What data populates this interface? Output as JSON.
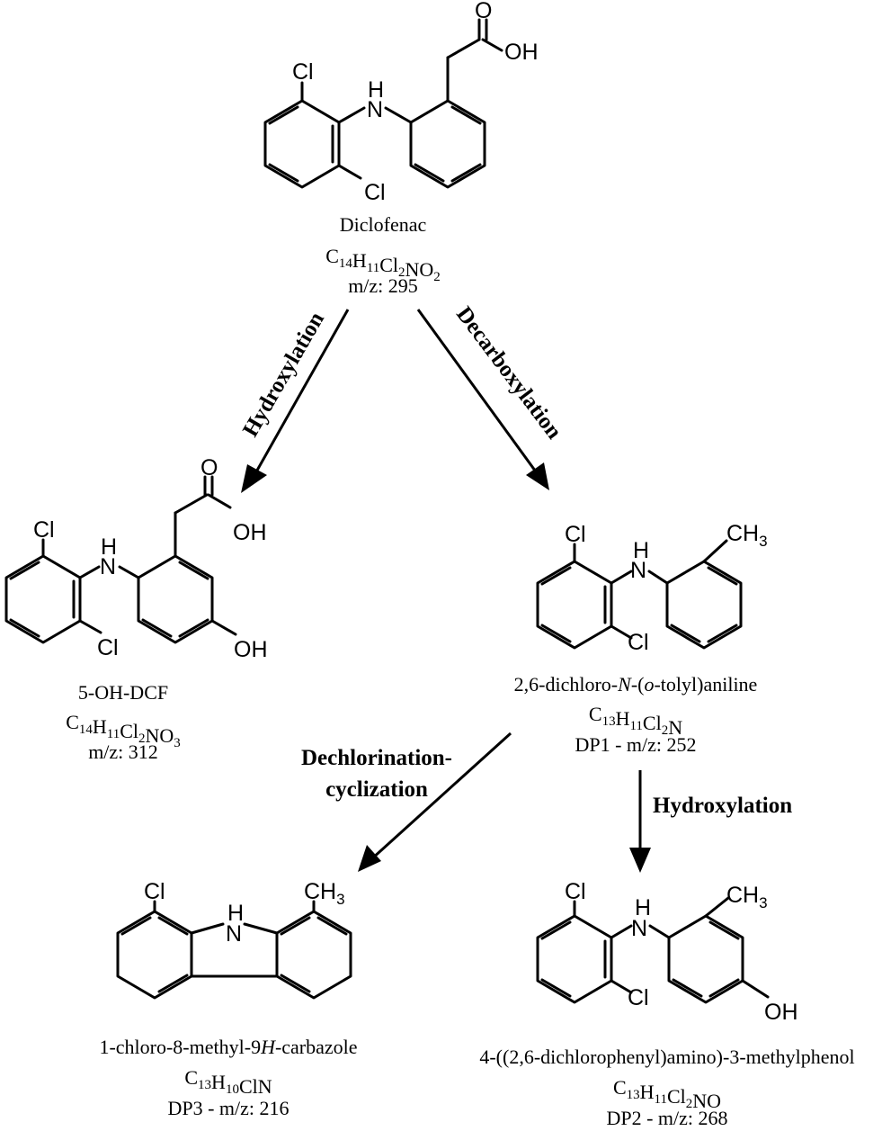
{
  "atoms": {
    "cl": "Cl",
    "nh_h": "H",
    "nh_n": "N",
    "o": "O",
    "oh": "OH",
    "ch3_c": "CH",
    "ch3_sub": "3"
  },
  "compounds": {
    "diclofenac": {
      "name": "Diclofenac",
      "formula": [
        [
          "C",
          "14"
        ],
        [
          "H",
          "11"
        ],
        [
          "Cl",
          "2"
        ],
        [
          "NO",
          "2"
        ]
      ],
      "mz": "m/z: 295"
    },
    "oh_dcf": {
      "name": "5-OH-DCF",
      "formula": [
        [
          "C",
          "14"
        ],
        [
          "H",
          "11"
        ],
        [
          "Cl",
          "2"
        ],
        [
          "NO",
          "3"
        ]
      ],
      "mz": "m/z: 312"
    },
    "dp1": {
      "name_parts": [
        "2,6-dichloro-",
        "N",
        "-(",
        "o",
        "-tolyl)aniline"
      ],
      "formula": [
        [
          "C",
          "13"
        ],
        [
          "H",
          "11"
        ],
        [
          "Cl",
          "2"
        ],
        [
          "N",
          ""
        ]
      ],
      "mz": "DP1 - m/z: 252"
    },
    "dp3": {
      "name_parts": [
        "1-chloro-8-methyl-9",
        "H",
        "-carbazole"
      ],
      "formula": [
        [
          "C",
          "13"
        ],
        [
          "H",
          "10"
        ],
        [
          "ClN",
          ""
        ]
      ],
      "mz": "DP3 - m/z: 216"
    },
    "dp2": {
      "name": "4-((2,6-dichlorophenyl)amino)-3-methylphenol",
      "formula": [
        [
          "C",
          "13"
        ],
        [
          "H",
          "11"
        ],
        [
          "Cl",
          "2"
        ],
        [
          "NO",
          ""
        ]
      ],
      "mz": "DP2 - m/z: 268"
    }
  },
  "reactions": {
    "hydroxylation_1": "Hydroxylation",
    "decarboxylation": "Decarboxylation",
    "dechlorination_1": "Dechlorination-",
    "dechlorination_2": "cyclization",
    "hydroxylation_2": "Hydroxylation"
  }
}
